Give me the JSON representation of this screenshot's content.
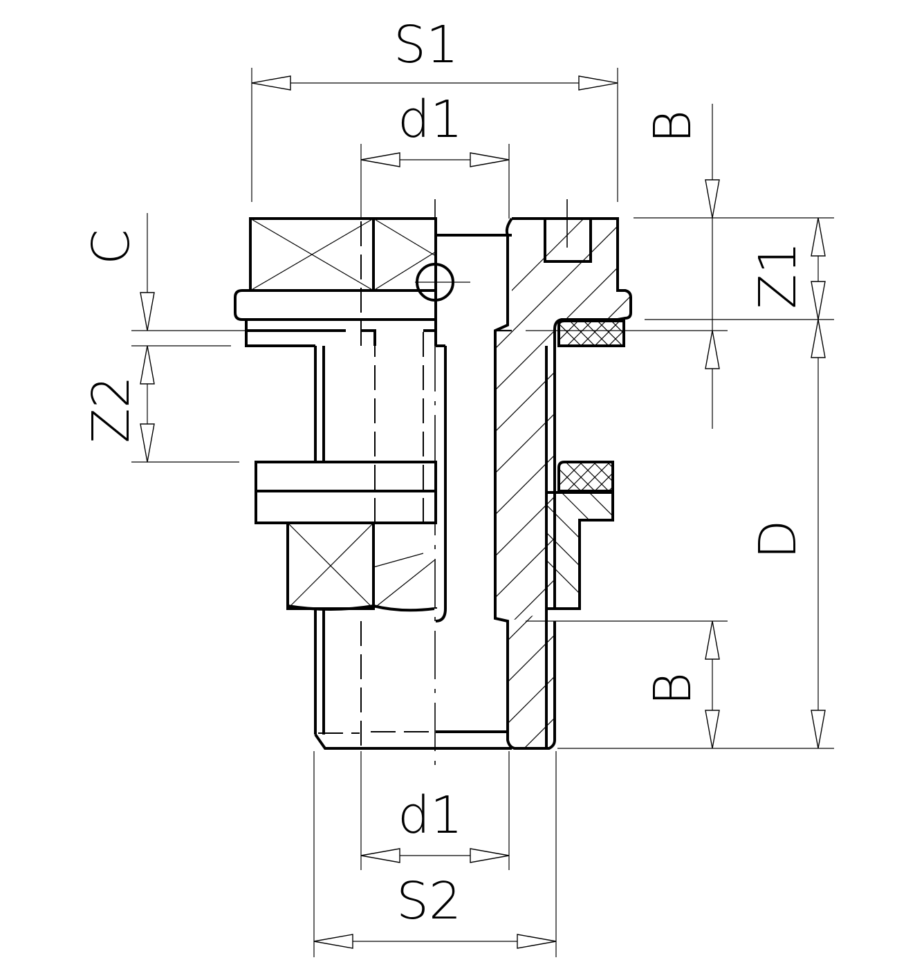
{
  "drawing": {
    "labels": {
      "s1": "S1",
      "d1_top": "d1",
      "b_top": "B",
      "c": "C",
      "z1": "Z1",
      "z2": "Z2",
      "d": "D",
      "b_bottom": "B",
      "d1_bottom": "d1",
      "s2": "S2"
    }
  }
}
